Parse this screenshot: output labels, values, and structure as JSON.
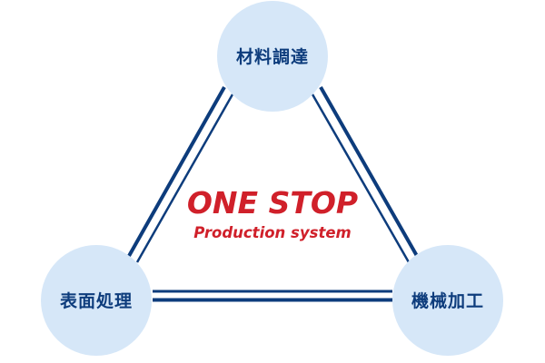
{
  "diagram": {
    "type": "cycle-triangle",
    "center": {
      "title": "ONE STOP",
      "subtitle": "Production system"
    },
    "nodes": [
      {
        "id": "top",
        "label": "材料調達"
      },
      {
        "id": "right",
        "label": "機械加工"
      },
      {
        "id": "left",
        "label": "表面処理"
      }
    ],
    "connections": [
      {
        "from": "top",
        "to": "right",
        "style": "double-line"
      },
      {
        "from": "left",
        "to": "right",
        "style": "double-line"
      },
      {
        "from": "top",
        "to": "left",
        "style": "double-line"
      }
    ]
  },
  "colors": {
    "node_fill": "#d6e7f8",
    "node_text": "#0d3c7c",
    "line": "#0d3c7c",
    "accent": "#d0202a",
    "background": "#ffffff"
  }
}
